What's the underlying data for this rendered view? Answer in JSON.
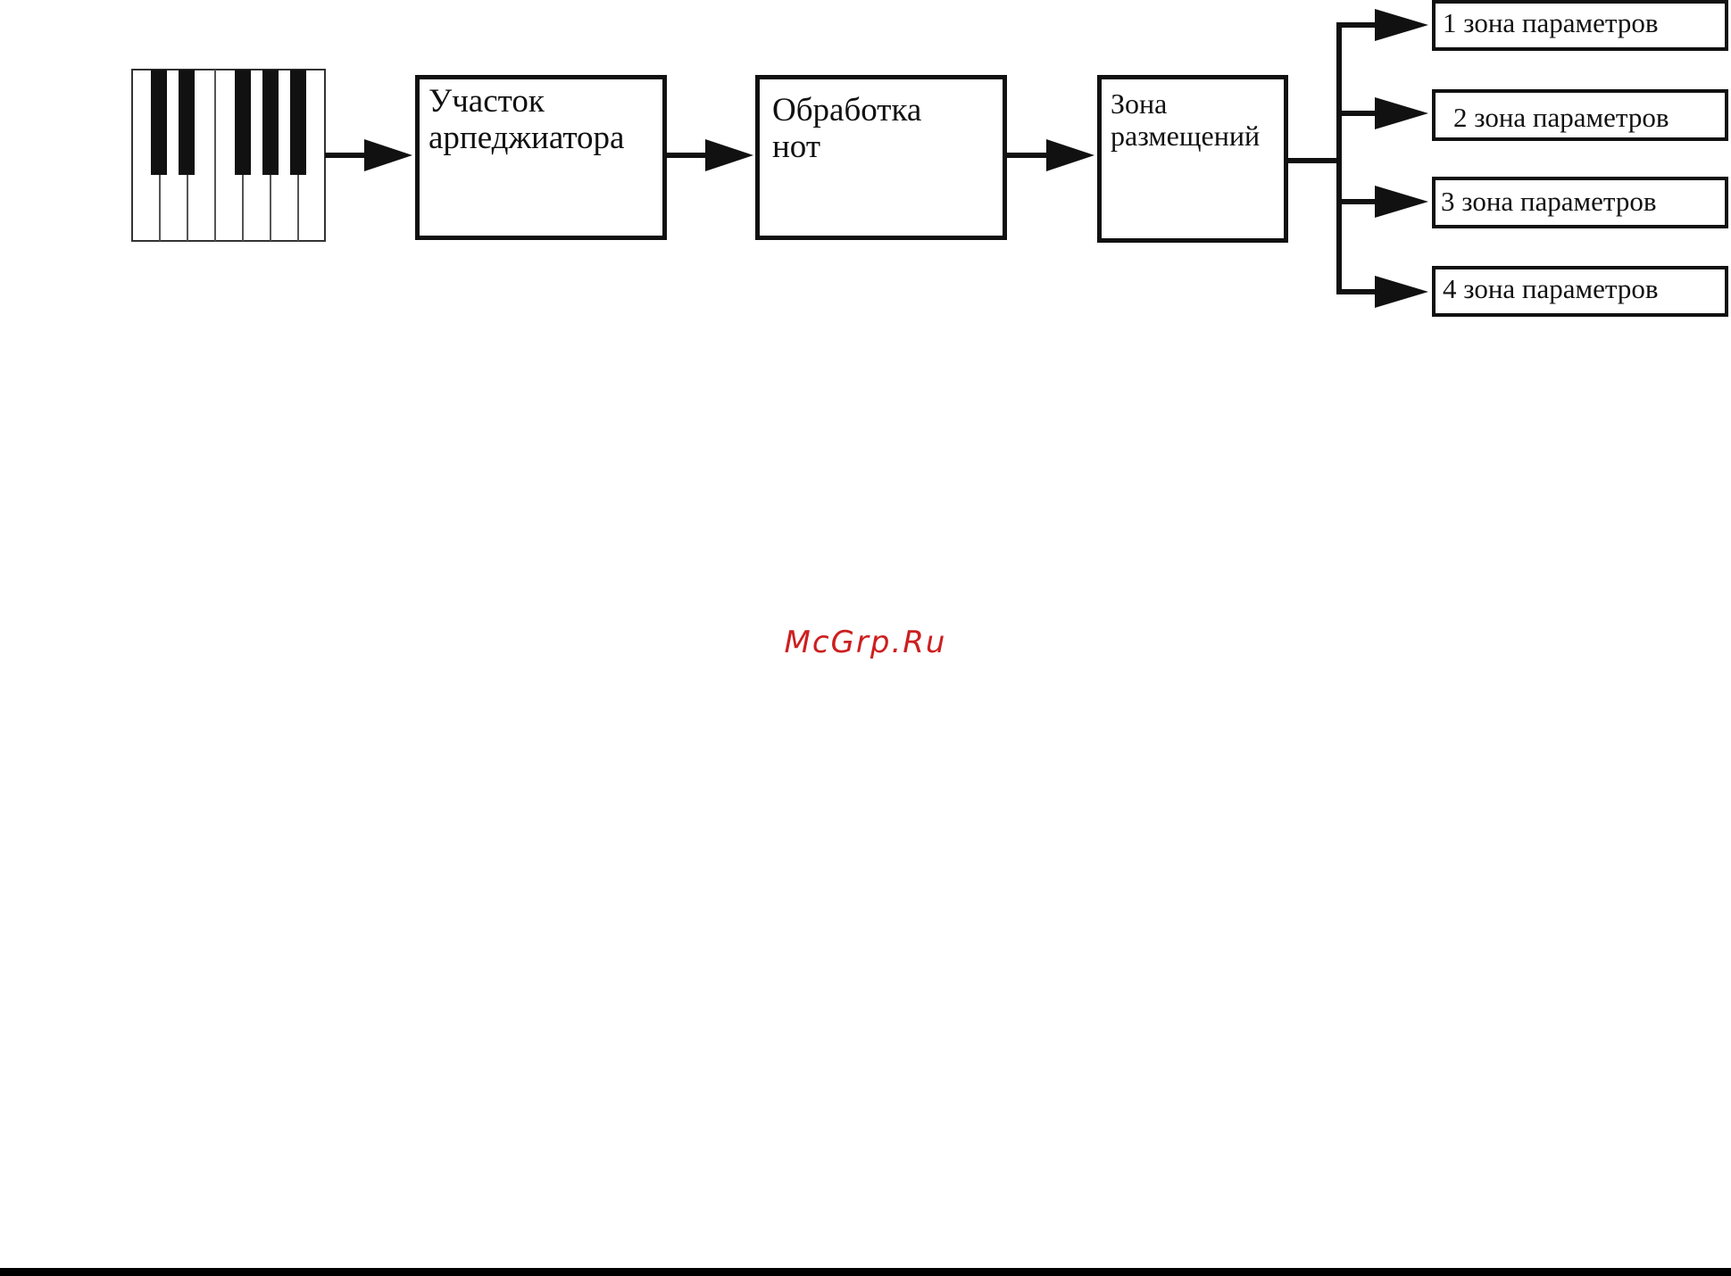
{
  "diagram": {
    "boxes": {
      "arpeggiator": "Участок\nарпеджиатора",
      "note_processing": "Обработка\nнот",
      "placement_zone": "Зона\nразмещений"
    },
    "parameter_zones": [
      "1 зона параметров",
      "2 зона параметров",
      "3 зона параметров",
      "4 зона параметров"
    ],
    "input_icon": "piano-keyboard-icon",
    "line_color": "#111111"
  },
  "watermark": {
    "text": "McGrp.Ru",
    "color": "#cc1f1f"
  }
}
